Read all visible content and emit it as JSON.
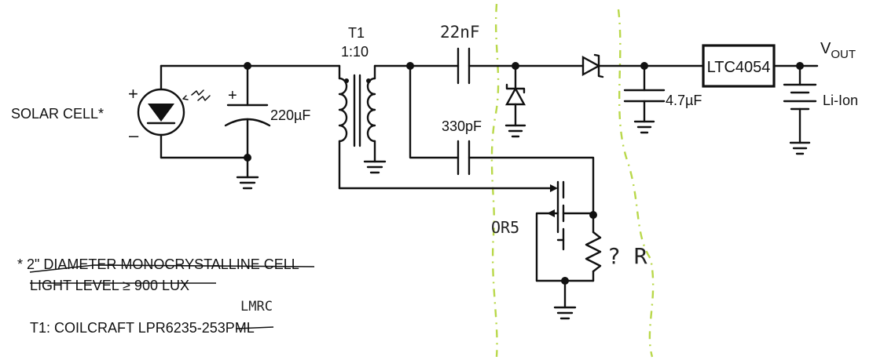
{
  "labels": {
    "solar_cell": "SOLAR CELL*",
    "c_220": "220µF",
    "t1_name": "T1",
    "t1_ratio": "1:10",
    "c_22n": "22nF",
    "c_330p": "330pF",
    "c_4u7": "4.7µF",
    "ltc": "LTC4054",
    "vout_main": "V",
    "vout_sub": "OUT",
    "liion": "Li-Ion",
    "or5": "OR5",
    "q_r": "? R",
    "lmrc": "LMRC",
    "plus_cell": "+",
    "minus_cell": "–",
    "plus_cap": "+"
  },
  "notes": {
    "line1": "* 2\" DIAMETER MONOCRYSTALLINE CELL",
    "line2": "LIGHT LEVEL ≥ 900 LUX",
    "line3": "T1: COILCRAFT LPR6235-253PML"
  },
  "colors": {
    "wire": "#111111",
    "annotation_dash": "#b9d84a"
  }
}
